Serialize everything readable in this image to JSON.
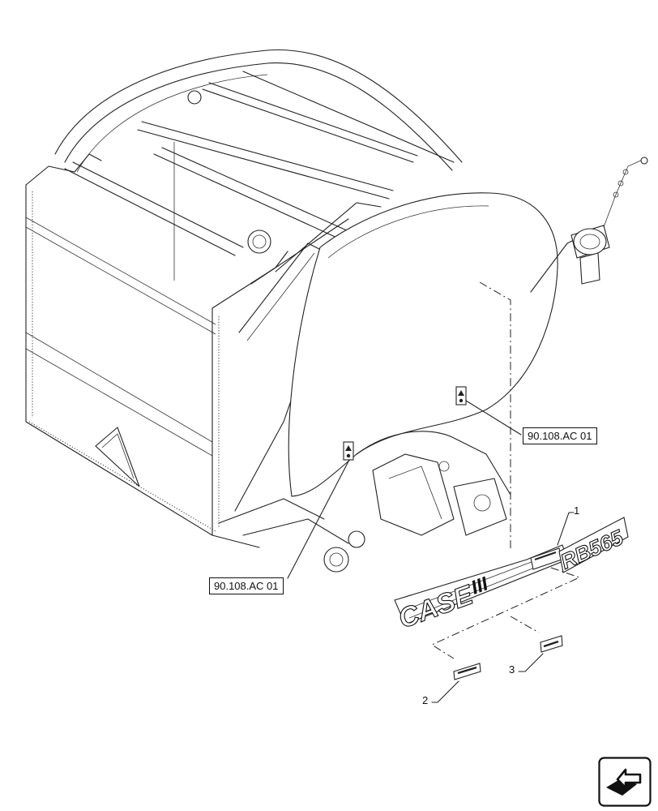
{
  "callouts": {
    "ref_upper": "90.108.AC 01",
    "ref_lower": "90.108.AC 01"
  },
  "items": {
    "item_1": "1",
    "item_2": "2",
    "item_3": "3"
  },
  "decals": {
    "brand": "CASE",
    "brand_mark": "III",
    "model": "RB565"
  },
  "icons": {
    "navigation": "next-page-arrow-icon"
  }
}
